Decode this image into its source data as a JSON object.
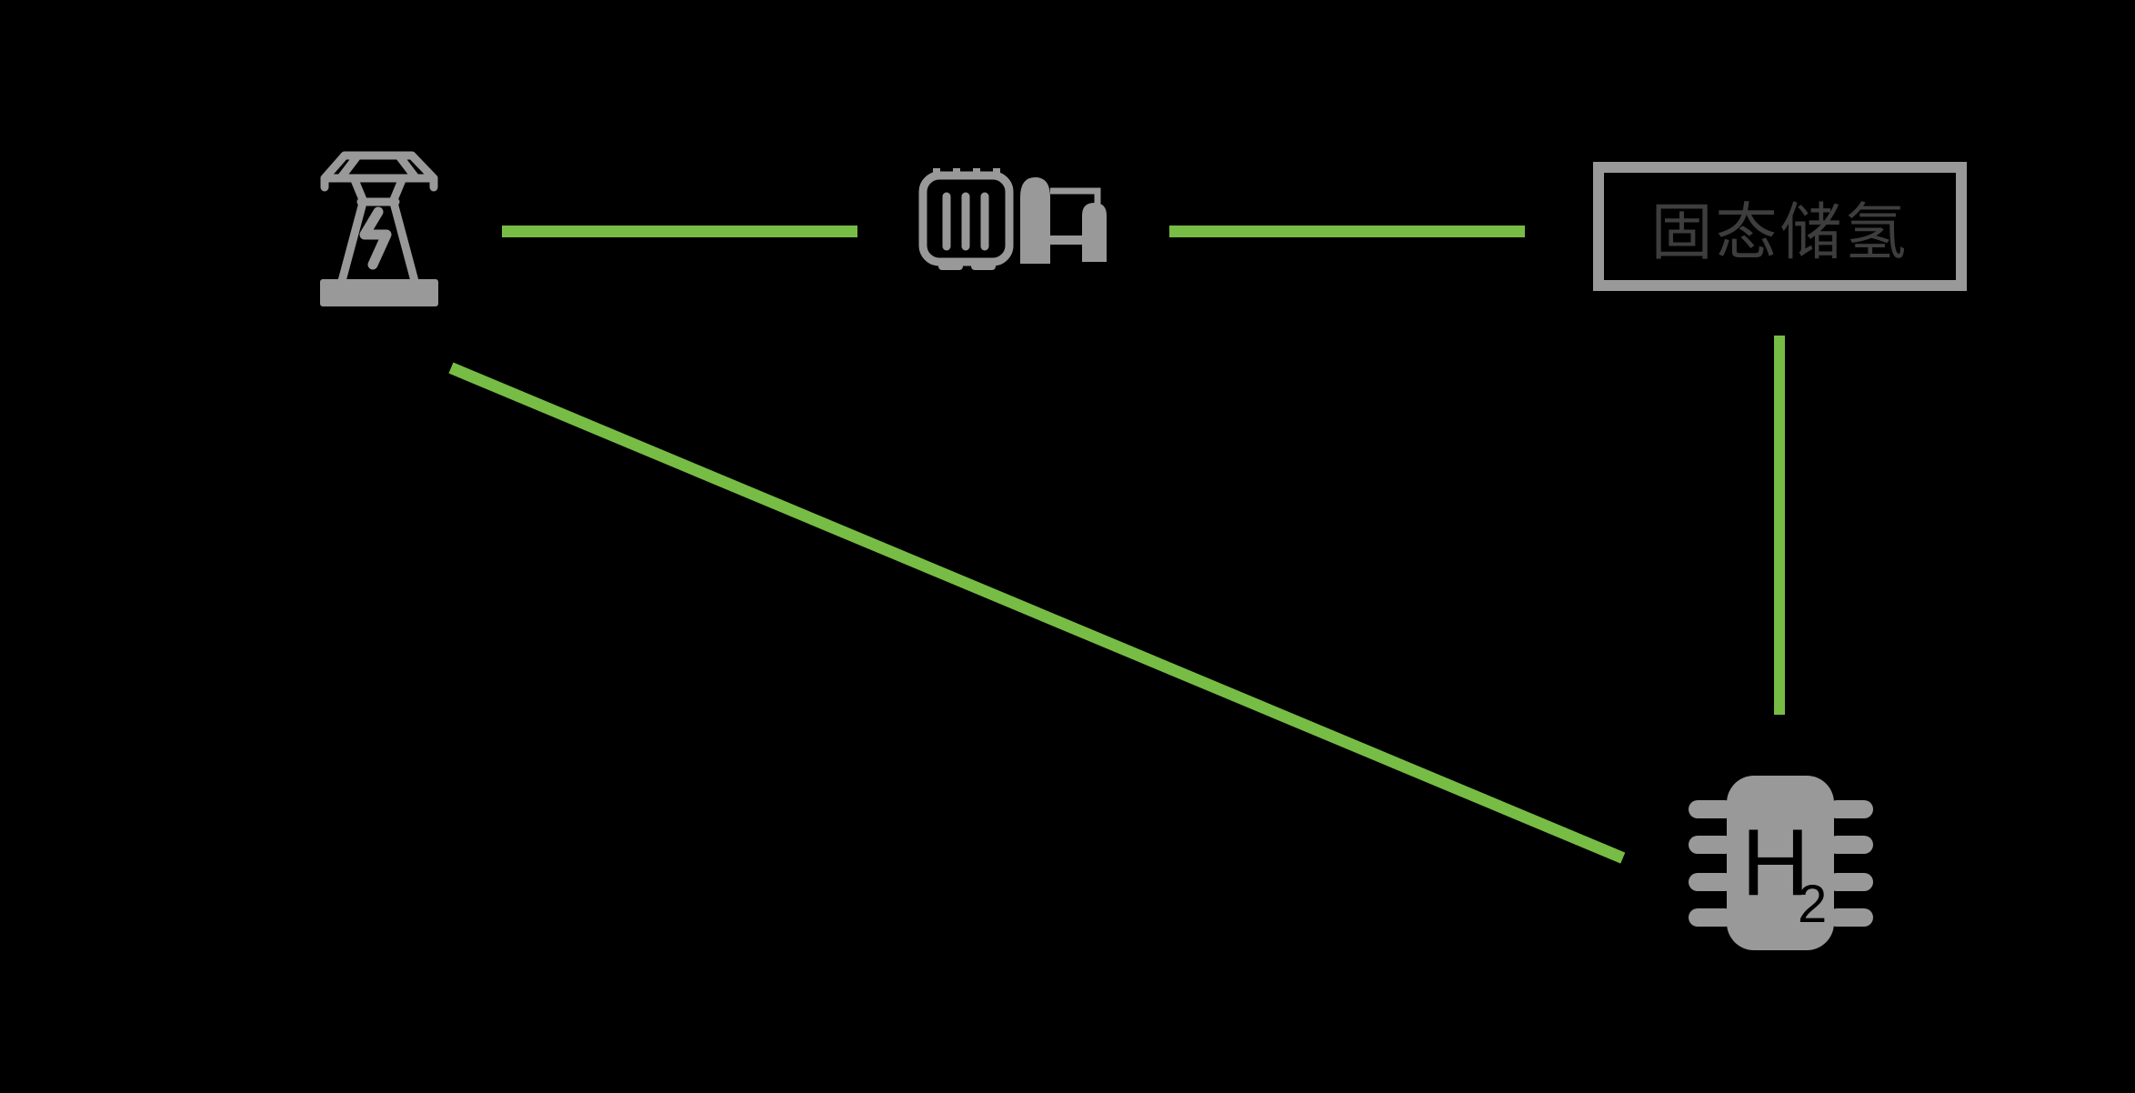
{
  "diagram": {
    "background_color": "#000000",
    "colors": {
      "edge_green": "#77bc45",
      "icon_gray": "#999999",
      "storage_label_gray": "#3d3d3d",
      "chip_label_black": "#000000"
    },
    "nodes": {
      "grid": {
        "icon": "transmission-tower-icon"
      },
      "electrolyzer": {
        "icon": "electrolyzer-tank-icon"
      },
      "storage": {
        "label": "固态储氢"
      },
      "chip": {
        "icon": "h2-chip-icon",
        "label": "H",
        "label_sub": "2"
      }
    },
    "edges": [
      {
        "from": "grid",
        "to": "electrolyzer",
        "style": "horizontal"
      },
      {
        "from": "electrolyzer",
        "to": "storage",
        "style": "horizontal"
      },
      {
        "from": "storage",
        "to": "chip",
        "style": "vertical"
      },
      {
        "from": "grid",
        "to": "chip",
        "style": "diagonal"
      }
    ]
  }
}
